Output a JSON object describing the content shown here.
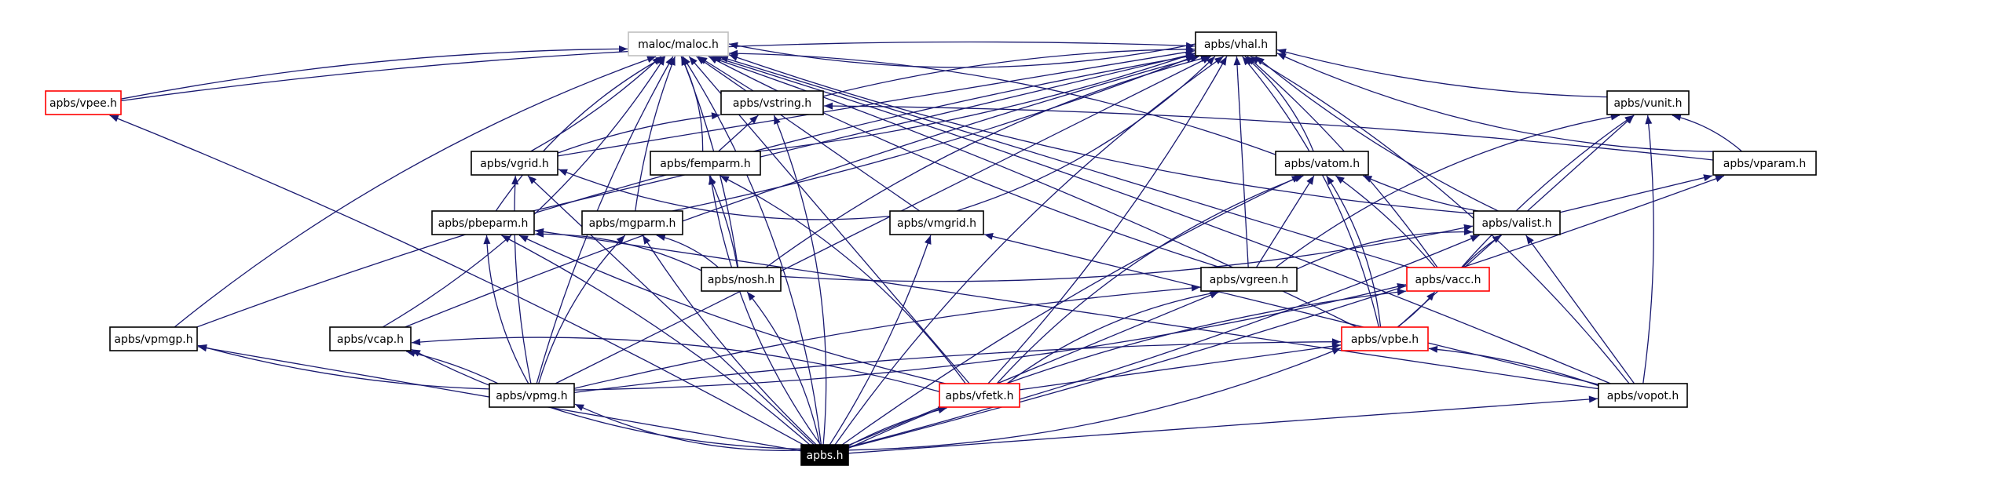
{
  "colors": {
    "edge": "#191970",
    "node_border": "#000000",
    "node_border_linked_doc": "#ff0000",
    "node_border_external": "#bfbfbf",
    "root_fill": "#000000",
    "root_text": "#ffffff"
  },
  "nodes": [
    {
      "id": "maloc",
      "label": "maloc/maloc.h",
      "style": "gray"
    },
    {
      "id": "vhal",
      "label": "apbs/vhal.h",
      "style": "normal"
    },
    {
      "id": "vpee",
      "label": "apbs/vpee.h",
      "style": "red"
    },
    {
      "id": "vstring",
      "label": "apbs/vstring.h",
      "style": "normal"
    },
    {
      "id": "vunit",
      "label": "apbs/vunit.h",
      "style": "normal"
    },
    {
      "id": "vgrid",
      "label": "apbs/vgrid.h",
      "style": "normal"
    },
    {
      "id": "femparm",
      "label": "apbs/femparm.h",
      "style": "normal"
    },
    {
      "id": "vatom",
      "label": "apbs/vatom.h",
      "style": "normal"
    },
    {
      "id": "vparam",
      "label": "apbs/vparam.h",
      "style": "normal"
    },
    {
      "id": "pbeparm",
      "label": "apbs/pbeparm.h",
      "style": "normal"
    },
    {
      "id": "mgparm",
      "label": "apbs/mgparm.h",
      "style": "normal"
    },
    {
      "id": "vmgrid",
      "label": "apbs/vmgrid.h",
      "style": "normal"
    },
    {
      "id": "valist",
      "label": "apbs/valist.h",
      "style": "normal"
    },
    {
      "id": "nosh",
      "label": "apbs/nosh.h",
      "style": "normal"
    },
    {
      "id": "vgreen",
      "label": "apbs/vgreen.h",
      "style": "normal"
    },
    {
      "id": "vacc",
      "label": "apbs/vacc.h",
      "style": "red"
    },
    {
      "id": "vpmgp",
      "label": "apbs/vpmgp.h",
      "style": "normal"
    },
    {
      "id": "vcap",
      "label": "apbs/vcap.h",
      "style": "normal"
    },
    {
      "id": "vpbe",
      "label": "apbs/vpbe.h",
      "style": "red"
    },
    {
      "id": "vpmg",
      "label": "apbs/vpmg.h",
      "style": "normal"
    },
    {
      "id": "vfetk",
      "label": "apbs/vfetk.h",
      "style": "red"
    },
    {
      "id": "vopot",
      "label": "apbs/vopot.h",
      "style": "normal"
    },
    {
      "id": "apbs",
      "label": "apbs.h",
      "style": "root"
    }
  ],
  "edges": [
    [
      "vhal",
      "maloc"
    ],
    [
      "vpee",
      "maloc"
    ],
    [
      "vstring",
      "maloc"
    ],
    [
      "vgrid",
      "maloc"
    ],
    [
      "femparm",
      "maloc"
    ],
    [
      "pbeparm",
      "maloc"
    ],
    [
      "mgparm",
      "maloc"
    ],
    [
      "vmgrid",
      "maloc"
    ],
    [
      "nosh",
      "maloc"
    ],
    [
      "vatom",
      "maloc"
    ],
    [
      "valist",
      "maloc"
    ],
    [
      "vgreen",
      "maloc"
    ],
    [
      "vacc",
      "maloc"
    ],
    [
      "vpbe",
      "maloc"
    ],
    [
      "vcap",
      "maloc"
    ],
    [
      "vpmgp",
      "maloc"
    ],
    [
      "vpmg",
      "maloc"
    ],
    [
      "vfetk",
      "maloc"
    ],
    [
      "vopot",
      "maloc"
    ],
    [
      "apbs",
      "maloc"
    ],
    [
      "vpee",
      "vhal"
    ],
    [
      "vstring",
      "vhal"
    ],
    [
      "vgrid",
      "vhal"
    ],
    [
      "femparm",
      "vhal"
    ],
    [
      "vatom",
      "vhal"
    ],
    [
      "vparam",
      "vhal"
    ],
    [
      "vunit",
      "vhal"
    ],
    [
      "pbeparm",
      "vhal"
    ],
    [
      "mgparm",
      "vhal"
    ],
    [
      "vmgrid",
      "vhal"
    ],
    [
      "nosh",
      "vhal"
    ],
    [
      "valist",
      "vhal"
    ],
    [
      "vgreen",
      "vhal"
    ],
    [
      "vacc",
      "vhal"
    ],
    [
      "vpbe",
      "vhal"
    ],
    [
      "vpmgp",
      "vhal"
    ],
    [
      "vcap",
      "vhal"
    ],
    [
      "vpmg",
      "vhal"
    ],
    [
      "vfetk",
      "vhal"
    ],
    [
      "vopot",
      "vhal"
    ],
    [
      "apbs",
      "vhal"
    ],
    [
      "vgrid",
      "vstring"
    ],
    [
      "femparm",
      "vstring"
    ],
    [
      "vparam",
      "vstring"
    ],
    [
      "apbs",
      "vstring"
    ],
    [
      "vgreen",
      "vunit"
    ],
    [
      "vacc",
      "vunit"
    ],
    [
      "vpbe",
      "vunit"
    ],
    [
      "vopot",
      "vunit"
    ],
    [
      "vparam",
      "vunit"
    ],
    [
      "vmgrid",
      "vgrid"
    ],
    [
      "vpmg",
      "vgrid"
    ],
    [
      "apbs",
      "vgrid"
    ],
    [
      "nosh",
      "femparm"
    ],
    [
      "vfetk",
      "femparm"
    ],
    [
      "apbs",
      "femparm"
    ],
    [
      "valist",
      "vatom"
    ],
    [
      "vgreen",
      "vatom"
    ],
    [
      "vacc",
      "vatom"
    ],
    [
      "vpbe",
      "vatom"
    ],
    [
      "vfetk",
      "vatom"
    ],
    [
      "apbs",
      "vatom"
    ],
    [
      "valist",
      "vparam"
    ],
    [
      "apbs",
      "vparam"
    ],
    [
      "nosh",
      "pbeparm"
    ],
    [
      "vpmg",
      "pbeparm"
    ],
    [
      "vfetk",
      "pbeparm"
    ],
    [
      "vopot",
      "pbeparm"
    ],
    [
      "apbs",
      "pbeparm"
    ],
    [
      "nosh",
      "mgparm"
    ],
    [
      "vpmg",
      "mgparm"
    ],
    [
      "apbs",
      "mgparm"
    ],
    [
      "vopot",
      "vmgrid"
    ],
    [
      "apbs",
      "vmgrid"
    ],
    [
      "nosh",
      "valist"
    ],
    [
      "vgreen",
      "valist"
    ],
    [
      "vacc",
      "valist"
    ],
    [
      "vopot",
      "valist"
    ],
    [
      "apbs",
      "valist"
    ],
    [
      "apbs",
      "nosh"
    ],
    [
      "vfetk",
      "vgreen"
    ],
    [
      "vpmg",
      "vgreen"
    ],
    [
      "apbs",
      "vgreen"
    ],
    [
      "vpbe",
      "vacc"
    ],
    [
      "vpmg",
      "vacc"
    ],
    [
      "apbs",
      "vacc"
    ],
    [
      "vpmg",
      "vpmgp"
    ],
    [
      "apbs",
      "vpmgp"
    ],
    [
      "vpmg",
      "vcap"
    ],
    [
      "vfetk",
      "vcap"
    ],
    [
      "apbs",
      "vcap"
    ],
    [
      "vpmg",
      "vpbe"
    ],
    [
      "vfetk",
      "vpbe"
    ],
    [
      "vopot",
      "vpbe"
    ],
    [
      "apbs",
      "vpbe"
    ],
    [
      "apbs",
      "vpmg"
    ],
    [
      "apbs",
      "vfetk"
    ],
    [
      "apbs",
      "vopot"
    ],
    [
      "apbs",
      "vpee"
    ]
  ]
}
